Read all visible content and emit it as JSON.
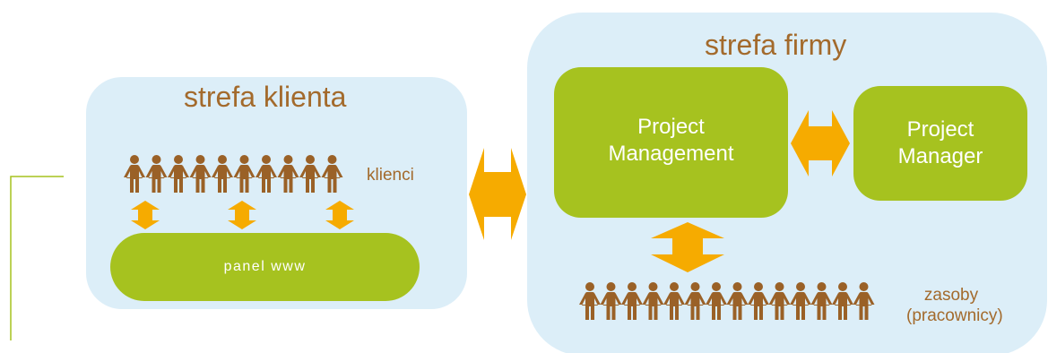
{
  "zones": {
    "client_title": "strefa klienta",
    "company_title": "strefa firmy"
  },
  "boxes": {
    "project_management": [
      "Project",
      "Management"
    ],
    "project_manager": [
      "Project",
      "Manager"
    ],
    "panel": "panel www"
  },
  "labels": {
    "clients": "klienci",
    "resources": [
      "zasoby",
      "(pracownicy)"
    ]
  },
  "colors": {
    "zone_fill": "#dceef8",
    "box_green": "#a6c21f",
    "arrow_orange": "#f6ab00",
    "people_brown": "#9a6127",
    "text_brown": "#a36a2c",
    "line_green": "#a6c21f"
  },
  "people": {
    "client_count": 10,
    "worker_count": 14
  }
}
